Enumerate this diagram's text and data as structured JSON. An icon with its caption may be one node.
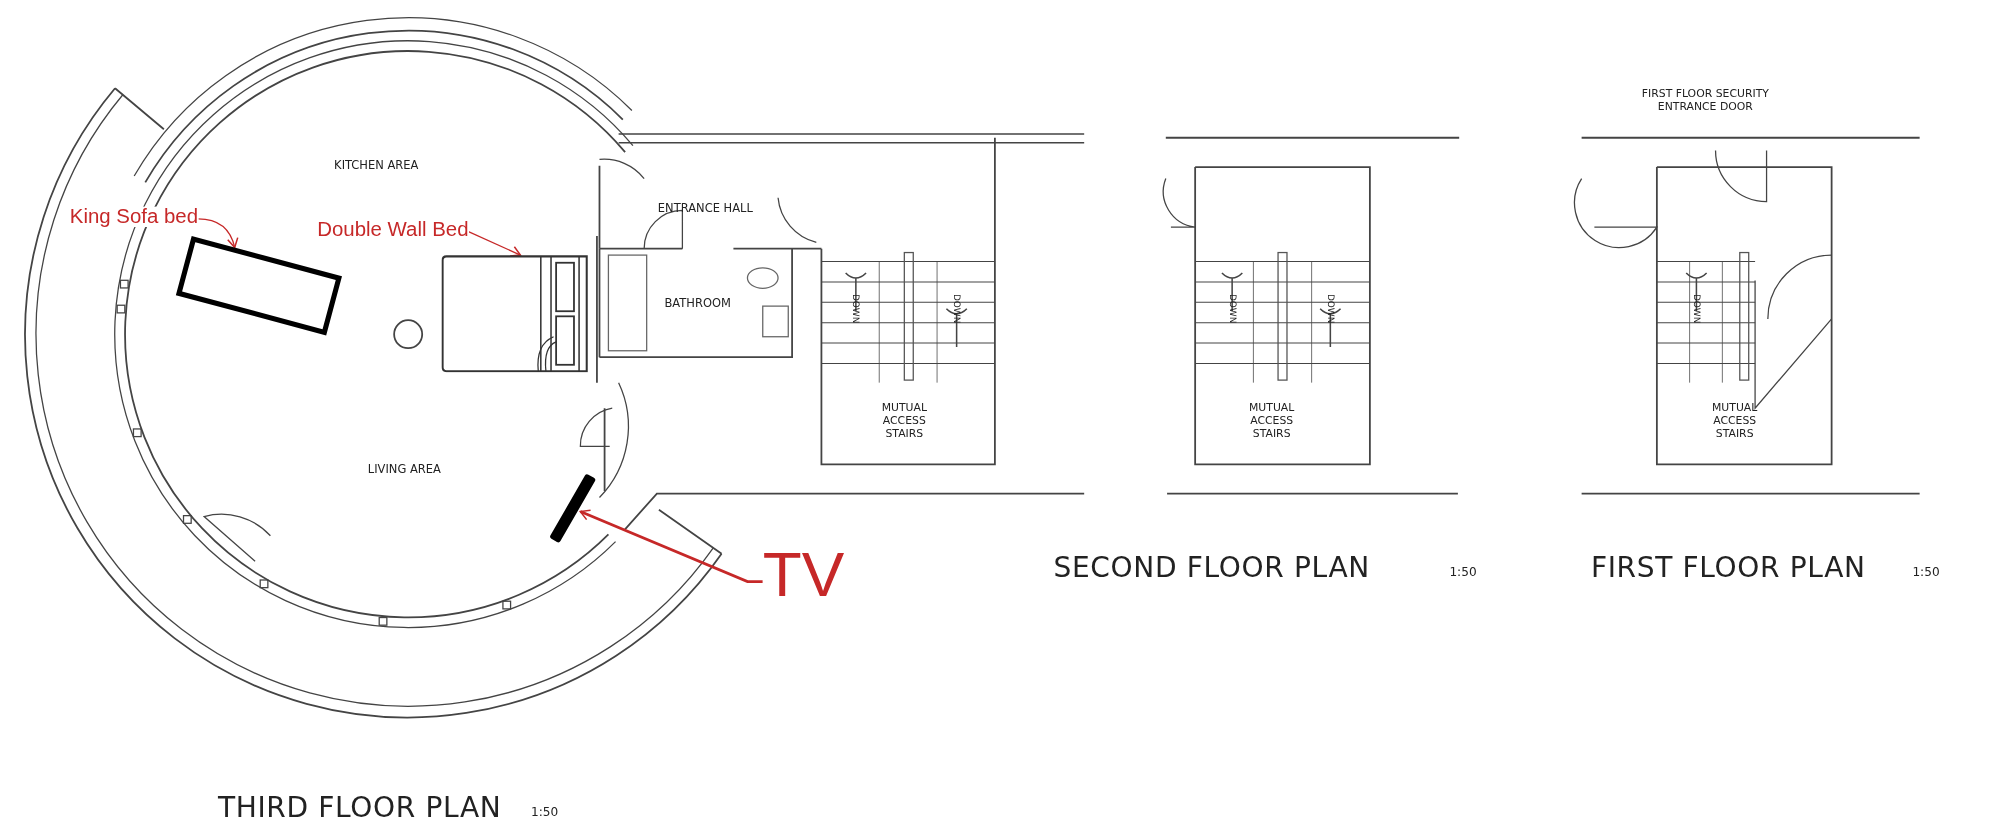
{
  "diagram": {
    "nodes": [
      {
        "text": [
          "King Sofa bed"
        ]
      },
      {
        "text": [
          "Double Wall Bed"
        ]
      },
      {
        "text": [],
        "shape": "box"
      },
      {
        "text": [],
        "shape": "picture"
      },
      {
        "text": [],
        "shape": "bar"
      },
      {
        "text": [
          "TV"
        ]
      }
    ],
    "edges": [
      {
        "from": 0,
        "to": 2,
        "arrow": "to"
      },
      {
        "from": 1,
        "to": 3,
        "arrow": "to"
      },
      {
        "from": 5,
        "to": 4,
        "arrow": "to"
      }
    ],
    "labels": [
      "FIRST FLOOR SECURITY ENTRANCE DOOR",
      "KITCHEN AREA",
      "ENTRANCE HALL",
      "BATHROOM",
      "DOWN",
      "DOWN",
      "DOWN",
      "DOWN",
      "DOWN",
      "MUTUAL ACCESS STAIRS",
      "MUTUAL ACCESS STAIRS",
      "MUTUAL ACCESS STAIRS",
      "LIVING AREA",
      "SECOND FLOOR PLAN",
      "1:50",
      "FIRST FLOOR PLAN",
      "1:50",
      "THIRD FLOOR PLAN",
      "1:50"
    ]
  }
}
